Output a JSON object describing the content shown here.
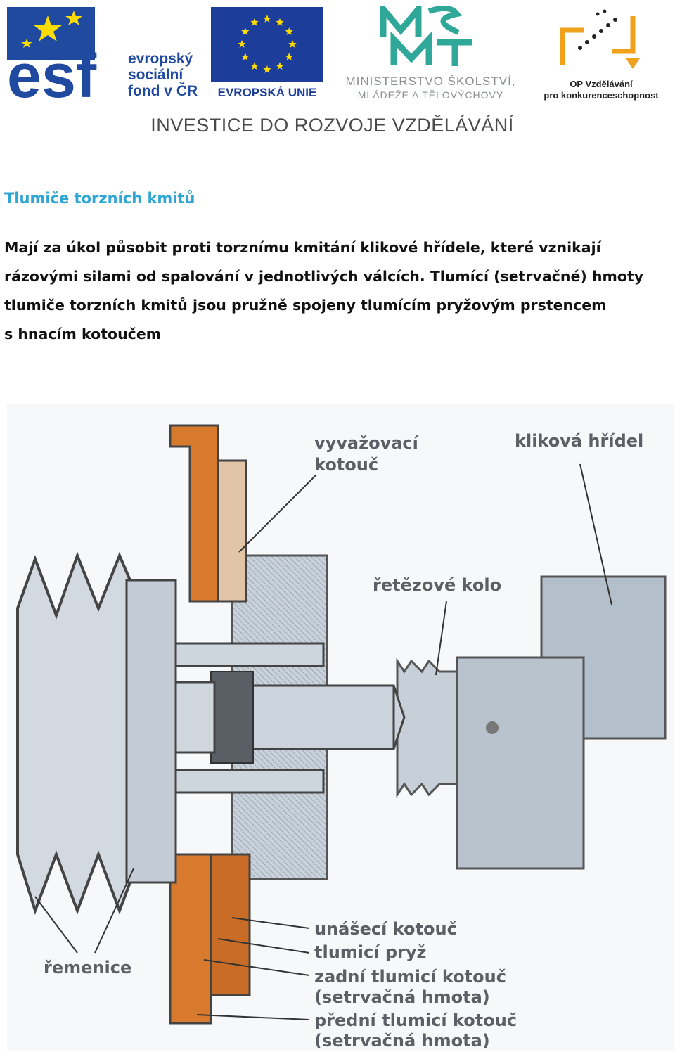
{
  "header": {
    "esf_lines": [
      "evropský",
      "sociální",
      "fond v ČR"
    ],
    "eu_label": "EVROPSKÁ UNIE",
    "msmt_line1": "MINISTERSTVO ŠKOLSTVÍ,",
    "msmt_line2": "MLÁDEŽE A TĚLOVÝCHOVY",
    "op_line1": "OP Vzdělávání",
    "op_line2": "pro konkurenceschopnost",
    "investice": "INVESTICE DO ROZVOJE VZDĚLÁVÁNÍ"
  },
  "article": {
    "title": "Tlumiče torzních kmitů",
    "lines": [
      "Mají za úkol působit proti torznímu kmitání klikové hřídele, které vznikají",
      "rázovými silami od spalování v jednotlivých válcích. Tlumící (setrvačné) hmoty",
      "tlumiče torzních kmitů jsou pružně spojeny tlumícím pryžovým prstencem",
      "s hnacím kotoučem"
    ]
  },
  "figure": {
    "labels": {
      "vyvazovaci_1": "vyvažovací",
      "vyvazovaci_2": "kotouč",
      "klikova": "kliková hřídel",
      "retezove": "řetězové kolo",
      "unaseci": "unášecí kotouč",
      "tlumici_pryz": "tlumicí pryž",
      "zadni_1": "zadní tlumicí kotouč",
      "zadni_2": "(setrvačná hmota)",
      "predni_1": "přední tlumicí kotouč",
      "predni_2": "(setrvačná hmota)",
      "remenice": "řemenice"
    }
  },
  "colors": {
    "heading": "#2ea6d6",
    "esf_blue": "#1f4aa0",
    "eu_blue": "#1d3d9b",
    "eu_star": "#ffdd00",
    "msmt_teal": "#2fa89a",
    "op_orange": "#f0a21d",
    "damper_orange": "#d87a2e",
    "steel": "#b9c4cf"
  }
}
